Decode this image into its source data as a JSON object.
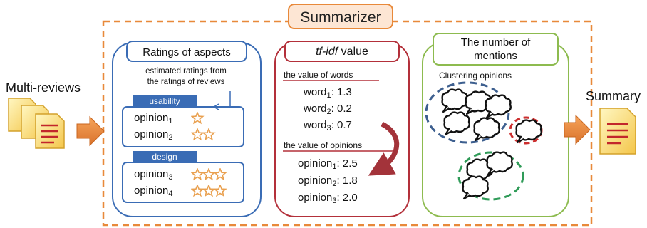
{
  "title": "Summarizer",
  "input_label": "Multi-reviews",
  "output_label": "Summary",
  "aspects_panel": {
    "title": "Ratings of aspects",
    "note_line1": "estimated ratings from",
    "note_line2": "the ratings of reviews",
    "groups": [
      {
        "tag": "usability",
        "items": [
          {
            "name": "opinion",
            "index": "1",
            "stars": 1
          },
          {
            "name": "opinion",
            "index": "2",
            "stars": 2
          }
        ]
      },
      {
        "tag": "design",
        "items": [
          {
            "name": "opinion",
            "index": "3",
            "stars": 3
          },
          {
            "name": "opinion",
            "index": "4",
            "stars": 3
          }
        ]
      }
    ]
  },
  "tfidf_panel": {
    "title_italic": "tf-idf",
    "title_rest": " value",
    "words_heading": "the value of words",
    "words": [
      {
        "name": "word",
        "index": "1",
        "value": ": 1.3"
      },
      {
        "name": "word",
        "index": "2",
        "value": ": 0.2"
      },
      {
        "name": "word",
        "index": "3",
        "value": ": 0.7"
      }
    ],
    "opinions_heading": "the value of opinions",
    "opinions": [
      {
        "name": "opinion",
        "index": "1",
        "value": ": 2.5"
      },
      {
        "name": "opinion",
        "index": "2",
        "value": ": 1.8"
      },
      {
        "name": "opinion",
        "index": "3",
        "value": ": 2.0"
      }
    ]
  },
  "mentions_panel": {
    "title_line1": "The number of",
    "title_line2": "mentions",
    "subtitle": "Clustering opinions"
  },
  "colors": {
    "orange": "#e8893a",
    "blue": "#3a6cb5",
    "red": "#b3303a",
    "green": "#8dbb4f",
    "star": "#e9a04f",
    "tag": "#3a6cb5"
  }
}
